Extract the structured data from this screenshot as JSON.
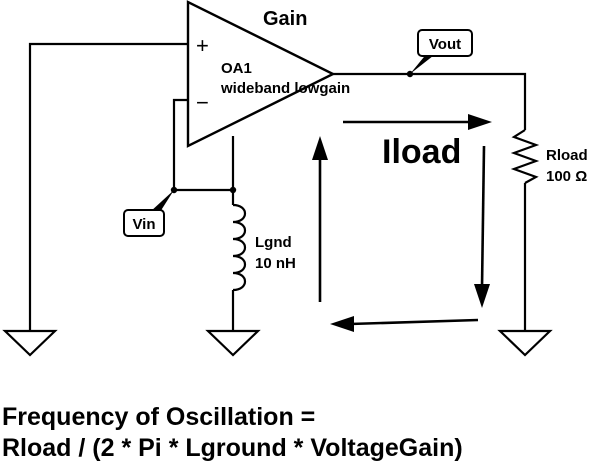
{
  "schematic": {
    "title": "Gain",
    "opamp": {
      "name": "OA1",
      "model": "wideband lowgain",
      "plus": "+",
      "minus": "−"
    },
    "labels": {
      "vout": "Vout",
      "vin": "Vin"
    },
    "rload": {
      "name": "Rload",
      "value": "100 Ω"
    },
    "lgnd": {
      "name": "Lgnd",
      "value": "10 nH"
    },
    "current": "Iload"
  },
  "formula": {
    "line1": "Frequency of Oscillation =",
    "line2": "Rload / (2 * Pi * Lground * VoltageGain)"
  }
}
